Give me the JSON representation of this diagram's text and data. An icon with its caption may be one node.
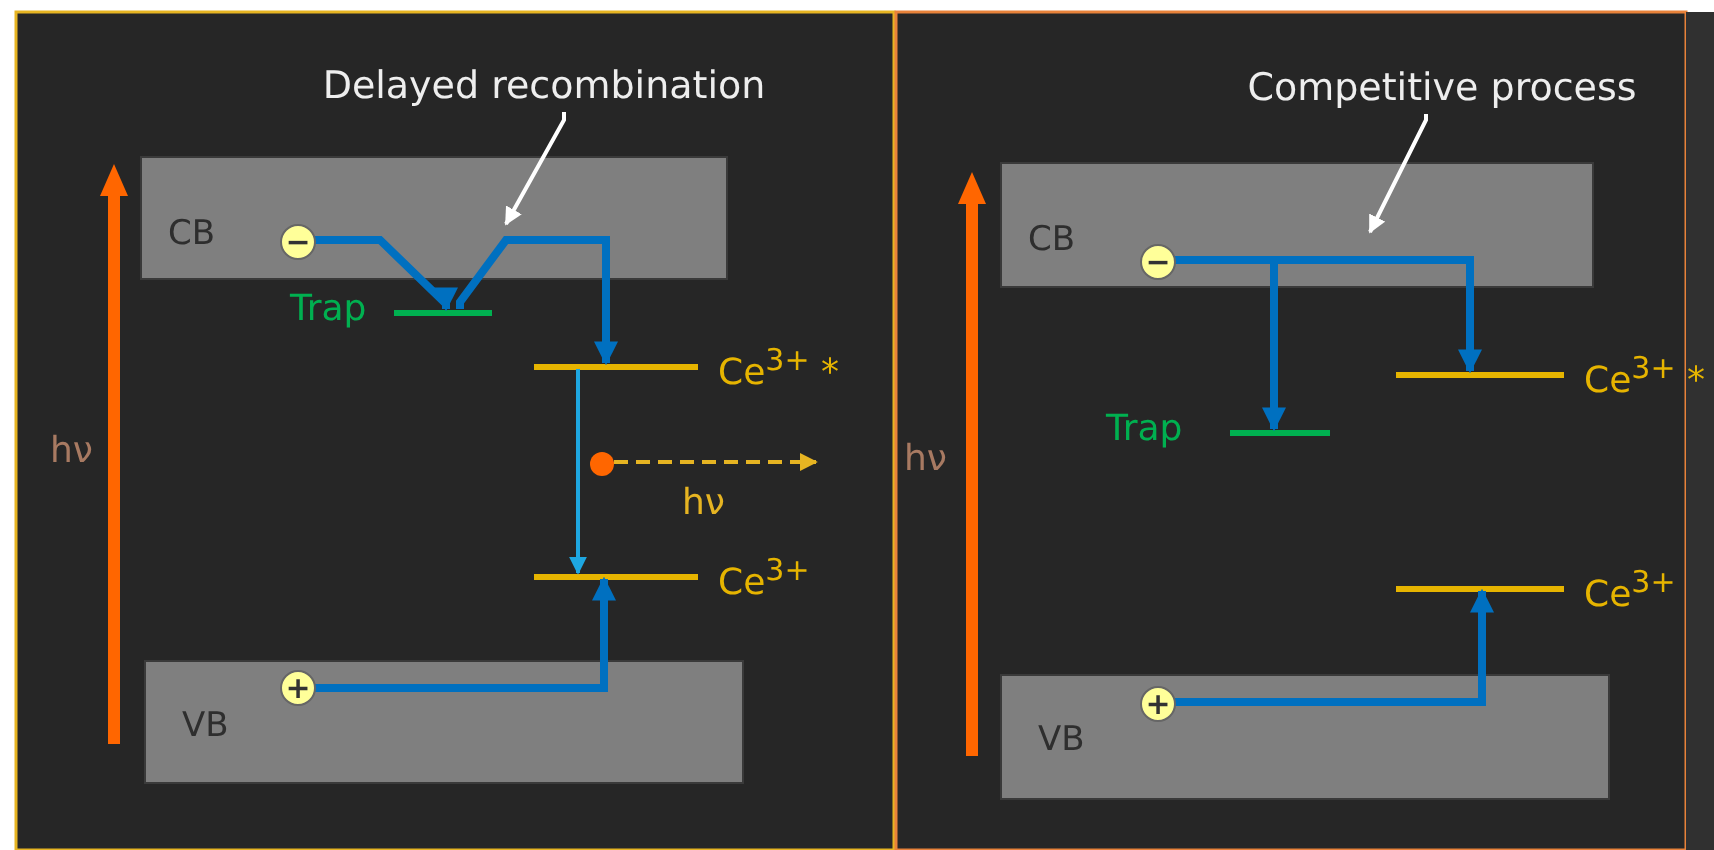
{
  "diagram": {
    "nodes": [
      {
        "text": [
          "Delayed recombination"
        ]
      },
      {
        "text": [
          "CB"
        ]
      },
      {
        "text": [
          "−"
        ],
        "in": 1
      },
      {
        "text": [
          "Trap"
        ]
      },
      {
        "text": [
          "Ce$^{3+}$ *"
        ]
      },
      {
        "text": [],
        "shape": "circle"
      },
      {
        "text": [
          "Ce$^{3+}$"
        ]
      },
      {
        "text": [
          "VB"
        ]
      },
      {
        "text": [
          "+"
        ],
        "in": 7
      },
      {
        "text": [
          "Competitive process"
        ]
      },
      {
        "text": [
          "CB"
        ]
      },
      {
        "text": [
          "−"
        ],
        "in": 10
      },
      {
        "text": [
          "Trap"
        ]
      },
      {
        "text": [
          "Ce$^{3+}$ *"
        ]
      },
      {
        "text": [
          "Ce$^{3+}$"
        ]
      },
      {
        "text": [
          "VB"
        ]
      },
      {
        "text": [
          "+"
        ],
        "in": 15
      }
    ],
    "edges": [
      {
        "from": 0,
        "to": 1,
        "arrow": "to",
        "color": "#ffffff"
      },
      {
        "from": 2,
        "to": 3,
        "arrow": "to"
      },
      {
        "from": 3,
        "to": 4,
        "arrow": "to"
      },
      {
        "from": 4,
        "to": 6,
        "arrow": "to",
        "color": "#1ea7e1"
      },
      {
        "from": 5,
        "to": null,
        "arrow": "to",
        "label": "hν",
        "style": "dashed",
        "color": "#e6b422"
      },
      {
        "from": 8,
        "to": 6,
        "arrow": "to"
      },
      {
        "from": 9,
        "to": 10,
        "arrow": "to",
        "color": "#ffffff"
      },
      {
        "from": 11,
        "to": 12,
        "arrow": "to"
      },
      {
        "from": 11,
        "to": 13,
        "arrow": "to"
      },
      {
        "from": 16,
        "to": 14,
        "arrow": "to"
      }
    ],
    "labels": [
      "hν",
      "hν"
    ]
  }
}
